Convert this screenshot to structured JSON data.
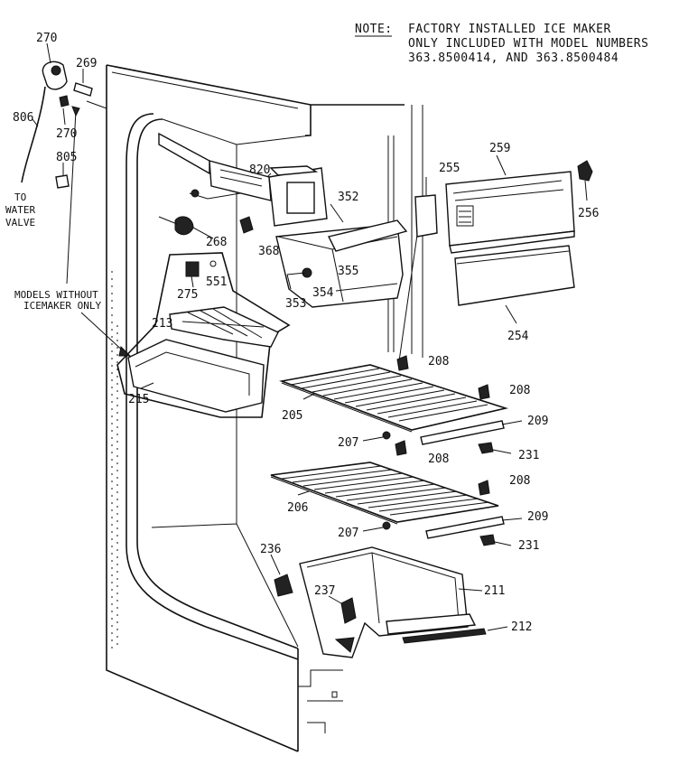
{
  "note": {
    "label": "NOTE:",
    "line1": "FACTORY INSTALLED ICE MAKER",
    "line2": "ONLY INCLUDED WITH MODEL NUMBERS",
    "line3": "363.8500414, AND 363.8500484"
  },
  "water": {
    "line1": "TO",
    "line2": "WATER",
    "line3": "VALVE"
  },
  "models_note": {
    "line1": "MODELS WITHOUT",
    "line2": "ICEMAKER ONLY"
  },
  "parts": {
    "p270a": "270",
    "p269": "269",
    "p806": "806",
    "p270b": "270",
    "p805": "805",
    "p820": "820",
    "p352": "352",
    "p255": "255",
    "p259": "259",
    "p256": "256",
    "p268": "268",
    "p368": "368",
    "p355": "355",
    "p275": "275",
    "p551": "551",
    "p353": "353",
    "p354": "354",
    "p254": "254",
    "p213": "213",
    "p215": "215",
    "p208a": "208",
    "p208b": "208",
    "p205": "205",
    "p209a": "209",
    "p207a": "207",
    "p208c": "208",
    "p231a": "231",
    "p208d": "208",
    "p206": "206",
    "p209b": "209",
    "p207b": "207",
    "p231b": "231",
    "p236": "236",
    "p211": "211",
    "p237": "237",
    "p212": "212"
  }
}
